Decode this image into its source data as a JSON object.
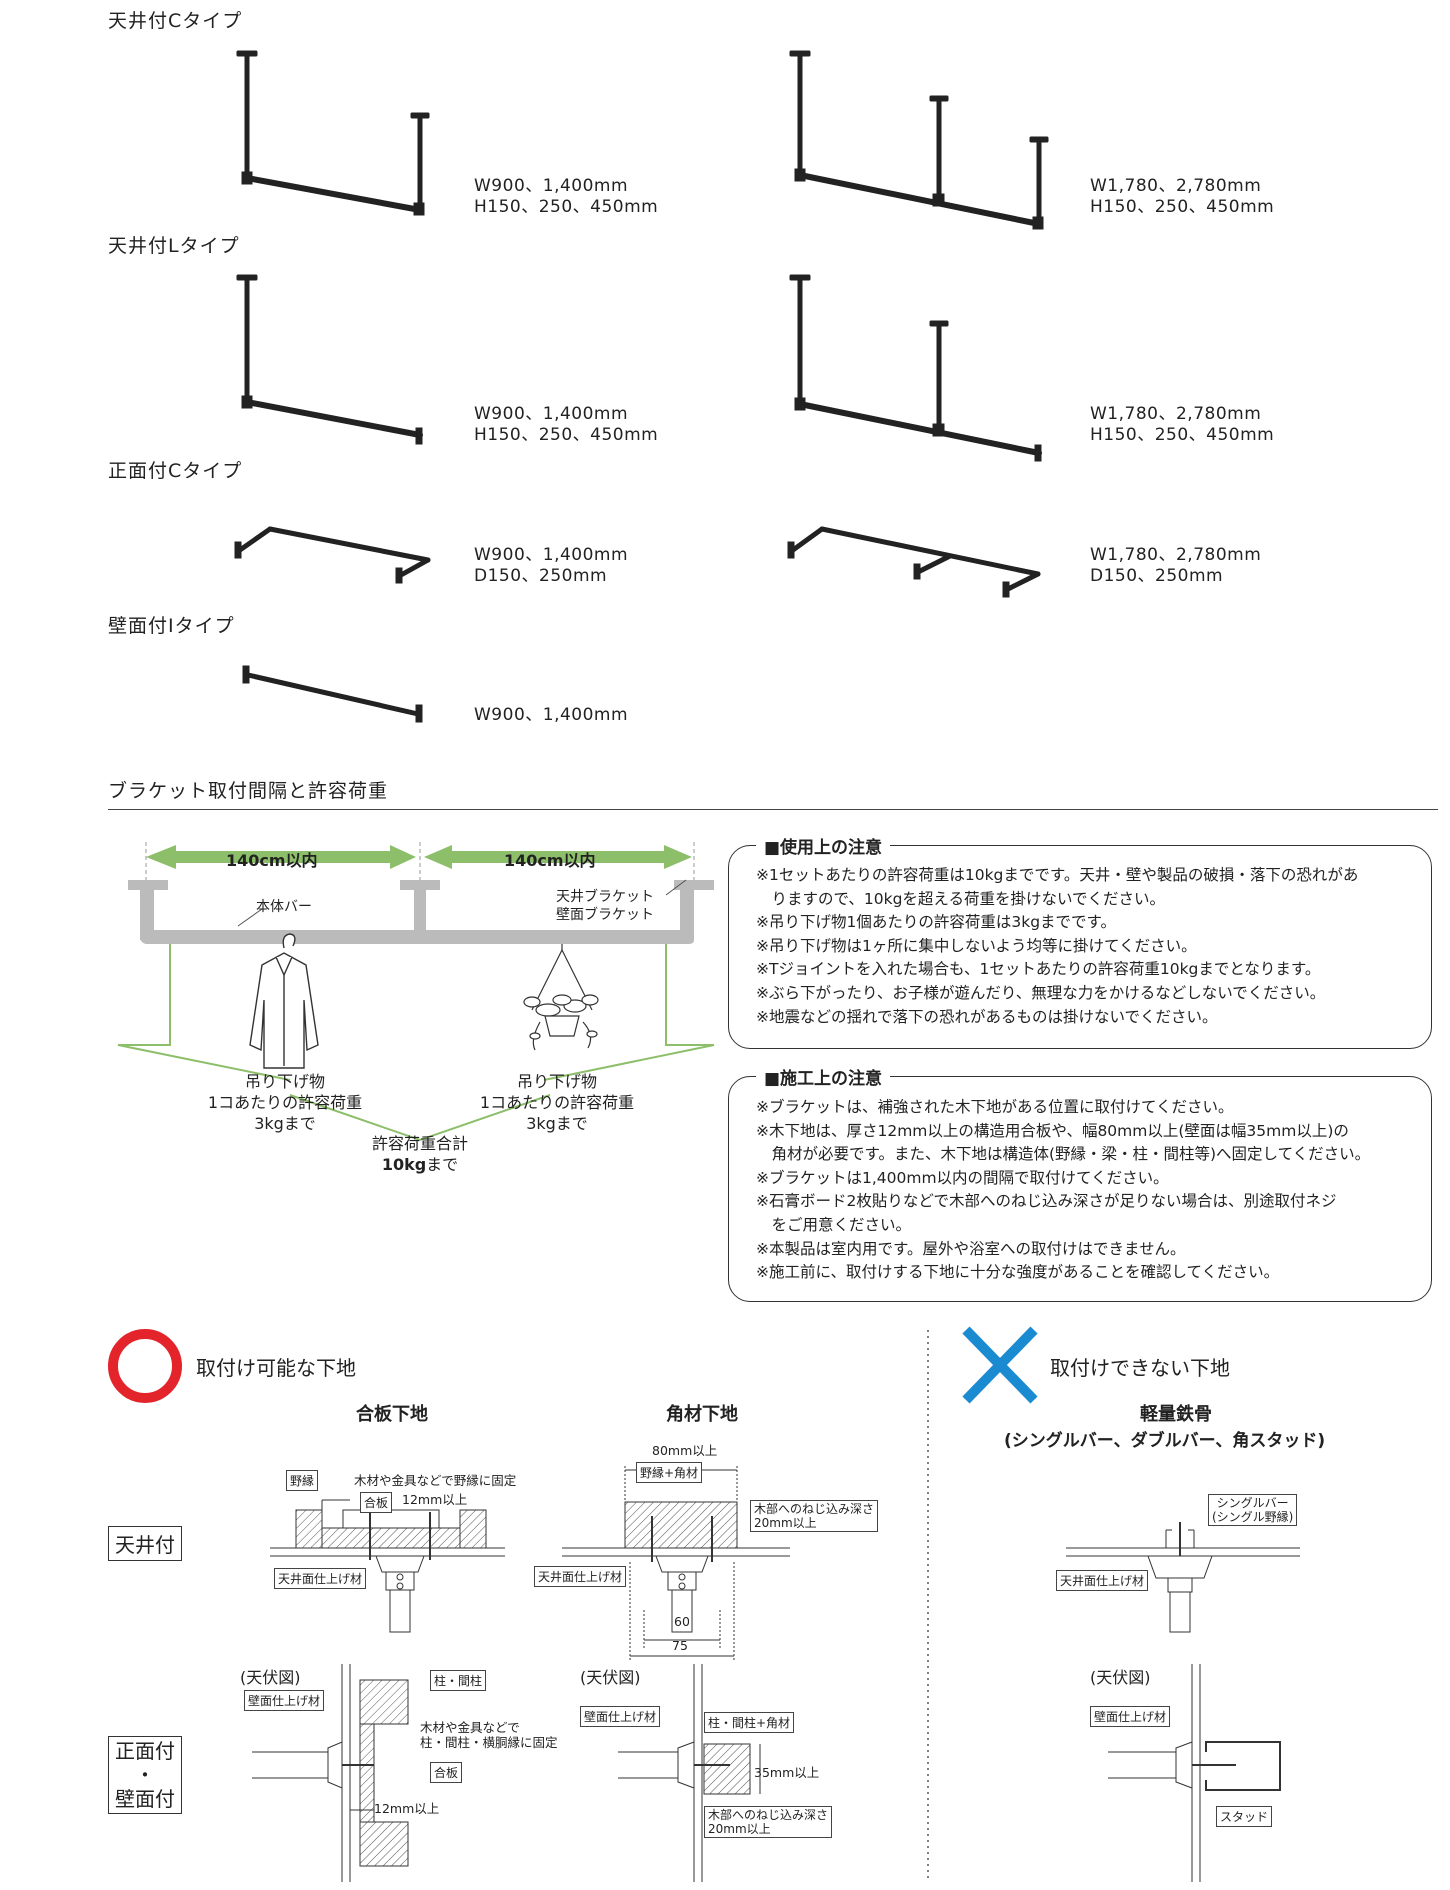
{
  "products": [
    {
      "type_label": "天井付Cタイプ",
      "spec_a": "W900、1,400mm\nH150、250、450mm",
      "spec_b": "W1,780、2,780mm\nH150、250、450mm"
    },
    {
      "type_label": "天井付Lタイプ",
      "spec_a": "W900、1,400mm\nH150、250、450mm",
      "spec_b": "W1,780、2,780mm\nH150、250、450mm"
    },
    {
      "type_label": "正面付Cタイプ",
      "spec_a": "W900、1,400mm\nD150、250mm",
      "spec_b": "W1,780、2,780mm\nD150、250mm"
    },
    {
      "type_label": "壁面付Iタイプ",
      "spec_a": "W900、1,400mm"
    }
  ],
  "bracket_section": {
    "title": "ブラケット取付間隔と許容荷重",
    "span_label_1": "140cm以内",
    "span_label_2": "140cm以内",
    "bar_label": "本体バー",
    "bracket_label": "天井ブラケット\n壁面ブラケット",
    "load_left": "吊り下げ物\n1コあたりの許容荷重\n3kgまで",
    "load_right": "吊り下げ物\n1コあたりの許容荷重\n3kgまで",
    "total_label": "許容荷重合計",
    "total_value": "10kg",
    "total_suffix": "まで"
  },
  "usage_notes": {
    "title": "■使用上の注意",
    "lines": [
      "※1セットあたりの許容荷重は10kgまでです。天井・壁や製品の破損・落下の恐れがあ",
      "　りますので、10kgを超える荷重を掛けないでください。",
      "※吊り下げ物1個あたりの許容荷重は3kgまでです。",
      "※吊り下げ物は1ヶ所に集中しないよう均等に掛けてください。",
      "※Tジョイントを入れた場合も、1セットあたりの許容荷重10kgまでとなります。",
      "※ぶら下がったり、お子様が遊んだり、無理な力をかけるなどしないでください。",
      "※地震などの揺れで落下の恐れがあるものは掛けないでください。"
    ]
  },
  "install_notes": {
    "title": "■施工上の注意",
    "lines": [
      "※ブラケットは、補強された木下地がある位置に取付けてください。",
      "※木下地は、厚さ12mm以上の構造用合板や、幅80mm以上(壁面は幅35mm以上)の",
      "　角材が必要です。また、木下地は構造体(野縁・梁・柱・間柱等)へ固定してください。",
      "※ブラケットは1,400mm以内の間隔で取付けてください。",
      "※石膏ボード2枚貼りなどで木部へのねじ込み深さが足りない場合は、別途取付ネジ",
      "　をご用意ください。",
      "※本製品は室内用です。屋外や浴室への取付けはできません。",
      "※施工前に、取付けする下地に十分な強度があることを確認してください。"
    ]
  },
  "substrate": {
    "ok_title": "取付け可能な下地",
    "ng_title": "取付けできない下地",
    "col_plywood": "合板下地",
    "col_lumber": "角材下地",
    "col_steel": "軽量鉄骨",
    "col_steel_sub": "(シングルバー、ダブルバー、角スタッド)",
    "row_ceiling": "天井付",
    "row_wall": "正面付\n・\n壁面付",
    "plan_view": "(天伏図)",
    "tags": {
      "noberi": "野縁",
      "fix_note": "木材や金具などで野縁に固定",
      "goban": "合板",
      "twelve": "12mm以上",
      "ceiling_finish": "天井面仕上げ材",
      "eighty": "80mm以上",
      "noberi_kaku": "野縁+角材",
      "screw_depth": "木部へのねじ込み深さ\n20mm以上",
      "sixty": "60",
      "seventyfive": "75",
      "single_bar": "シングルバー\n(シングル野縁)",
      "pillar": "柱・間柱",
      "wall_finish": "壁面仕上げ材",
      "fix_note_wall": "木材や金具などで\n柱・間柱・横胴縁に固定",
      "pillar_kaku": "柱・間柱+角材",
      "thirtyfive": "35mm以上",
      "stud": "スタッド"
    }
  }
}
